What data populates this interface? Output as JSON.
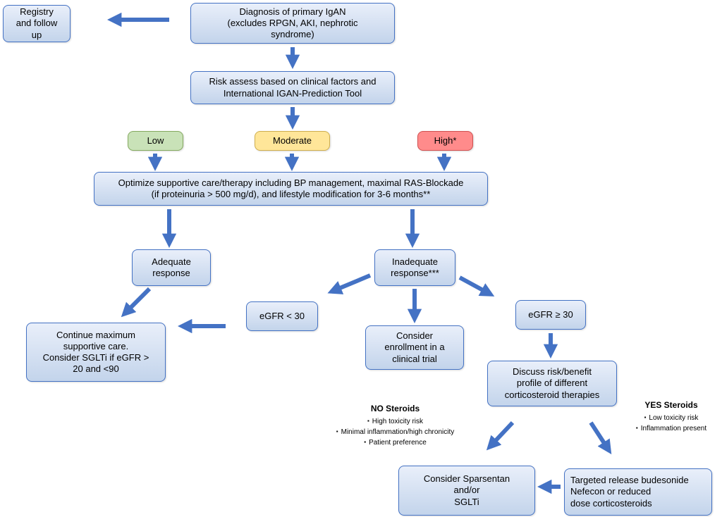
{
  "colors": {
    "arrow": "#4472c4",
    "box-border": "#4472c4",
    "box-fill-top": "#e9effa",
    "box-fill-bottom": "#c3d4eb",
    "low-fill": "#c9e2b8",
    "low-border": "#84a95f",
    "moderate-fill": "#ffe699",
    "moderate-border": "#cfae4e",
    "high-fill": "#ff8b8b",
    "high-border": "#d05050"
  },
  "nodes": {
    "registry": "Registry\nand follow\nup",
    "diagnosis": "Diagnosis of primary IgAN\n(excludes RPGN,  AKI, nephrotic\nsyndrome)",
    "risk": "Risk assess based on clinical factors and\nInternational IGAN-Prediction Tool",
    "low": "Low",
    "moderate": "Moderate",
    "high": "High*",
    "optimize": "Optimize supportive care/therapy including BP management, maximal RAS-Blockade\n(if proteinuria > 500 mg/d), and lifestyle modification for 3-6 months**",
    "adequate": "Adequate\nresponse",
    "inadequate": "Inadequate\nresponse***",
    "continue_care": "Continue maximum\nsupportive care.\nConsider SGLTi if eGFR >\n20 and <90",
    "egfr_lt_30": "eGFR < 30",
    "clinical_trial": "Consider\nenrollment in a\nclinical trial",
    "egfr_ge_30": "eGFR ≥ 30",
    "discuss": "Discuss risk/benefit\nprofile of different\ncorticosteroid therapies",
    "sparsentan": "Consider Sparsentan\nand/or\nSGLTi",
    "targeted": "Targeted release budesonide\nNefecon or reduced\ndose corticosteroids"
  },
  "no_steroids": {
    "heading": "NO Steroids",
    "items": [
      "High toxicity risk",
      "Minimal inflammation/high chronicity",
      "Patient preference"
    ]
  },
  "yes_steroids": {
    "heading": "YES Steroids",
    "items": [
      "Low toxicity risk",
      "Inflammation present"
    ]
  }
}
